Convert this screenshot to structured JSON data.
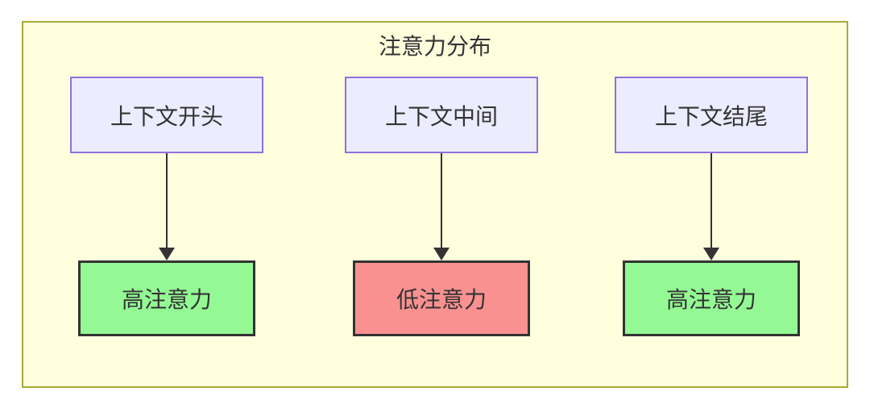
{
  "diagram": {
    "title": "注意力分布",
    "columns": [
      {
        "source": "上下文开头",
        "target": "高注意力",
        "attention": "high"
      },
      {
        "source": "上下文中间",
        "target": "低注意力",
        "attention": "low"
      },
      {
        "source": "上下文结尾",
        "target": "高注意力",
        "attention": "high"
      }
    ],
    "colors": {
      "container_bg": "#ffffde",
      "container_border": "#aaaa33",
      "node_bg": "#ececff",
      "node_border": "#9370db",
      "high_bg": "#94f994",
      "low_bg": "#fa9191",
      "result_border": "#333333",
      "line": "#333333",
      "text": "#333333"
    }
  }
}
